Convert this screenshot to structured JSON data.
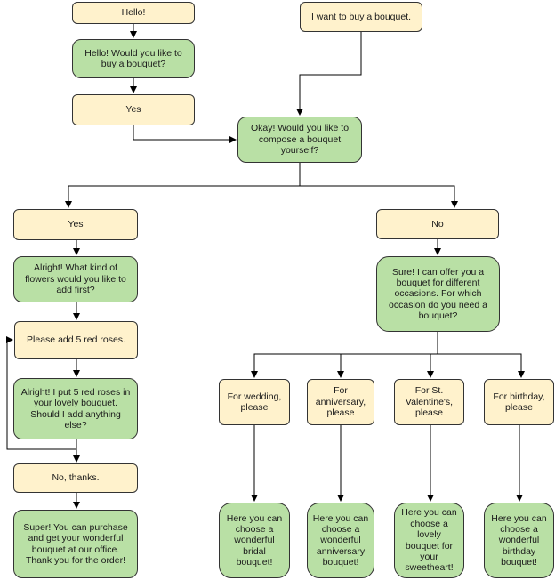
{
  "colors": {
    "user_fill": "#fff2cc",
    "bot_fill": "#b9e0a5",
    "border": "#333333",
    "line": "#000000"
  },
  "nodes": {
    "hello": "Hello!",
    "bot_hello": "Hello! Would you like to buy a bouquet?",
    "yes_top": "Yes",
    "want_buy": "I want to buy a bouquet.",
    "compose": "Okay! Would you like to compose a bouquet yourself?",
    "yes_left": "Yes",
    "no_right": "No",
    "what_flowers": "Alright! What kind of flowers would you like to add first?",
    "add_roses": "Please add 5 red roses.",
    "put_roses": "Alright! I put 5 red roses in your lovely bouquet. Should I add anything else?",
    "no_thanks": "No, thanks.",
    "super": "Super! You can purchase and get your wonderful bouquet at our office. Thank you for the order!",
    "offer": "Sure! I can offer you a bouquet for different occasions. For which occasion do you need a bouquet?",
    "wedding": "For wedding, please",
    "anniversary": "For anniversary, please",
    "valentines": "For St. Valentine's, please",
    "birthday": "For birthday, please",
    "bridal": "Here you can choose a wonderful bridal bouquet!",
    "anniv_bouquet": "Here you can choose a wonderful anniversary bouquet!",
    "sweetheart": "Here you can choose a lovely bouquet for your sweetheart!",
    "birthday_bouquet": "Here you can choose a wonderful birthday bouquet!"
  }
}
